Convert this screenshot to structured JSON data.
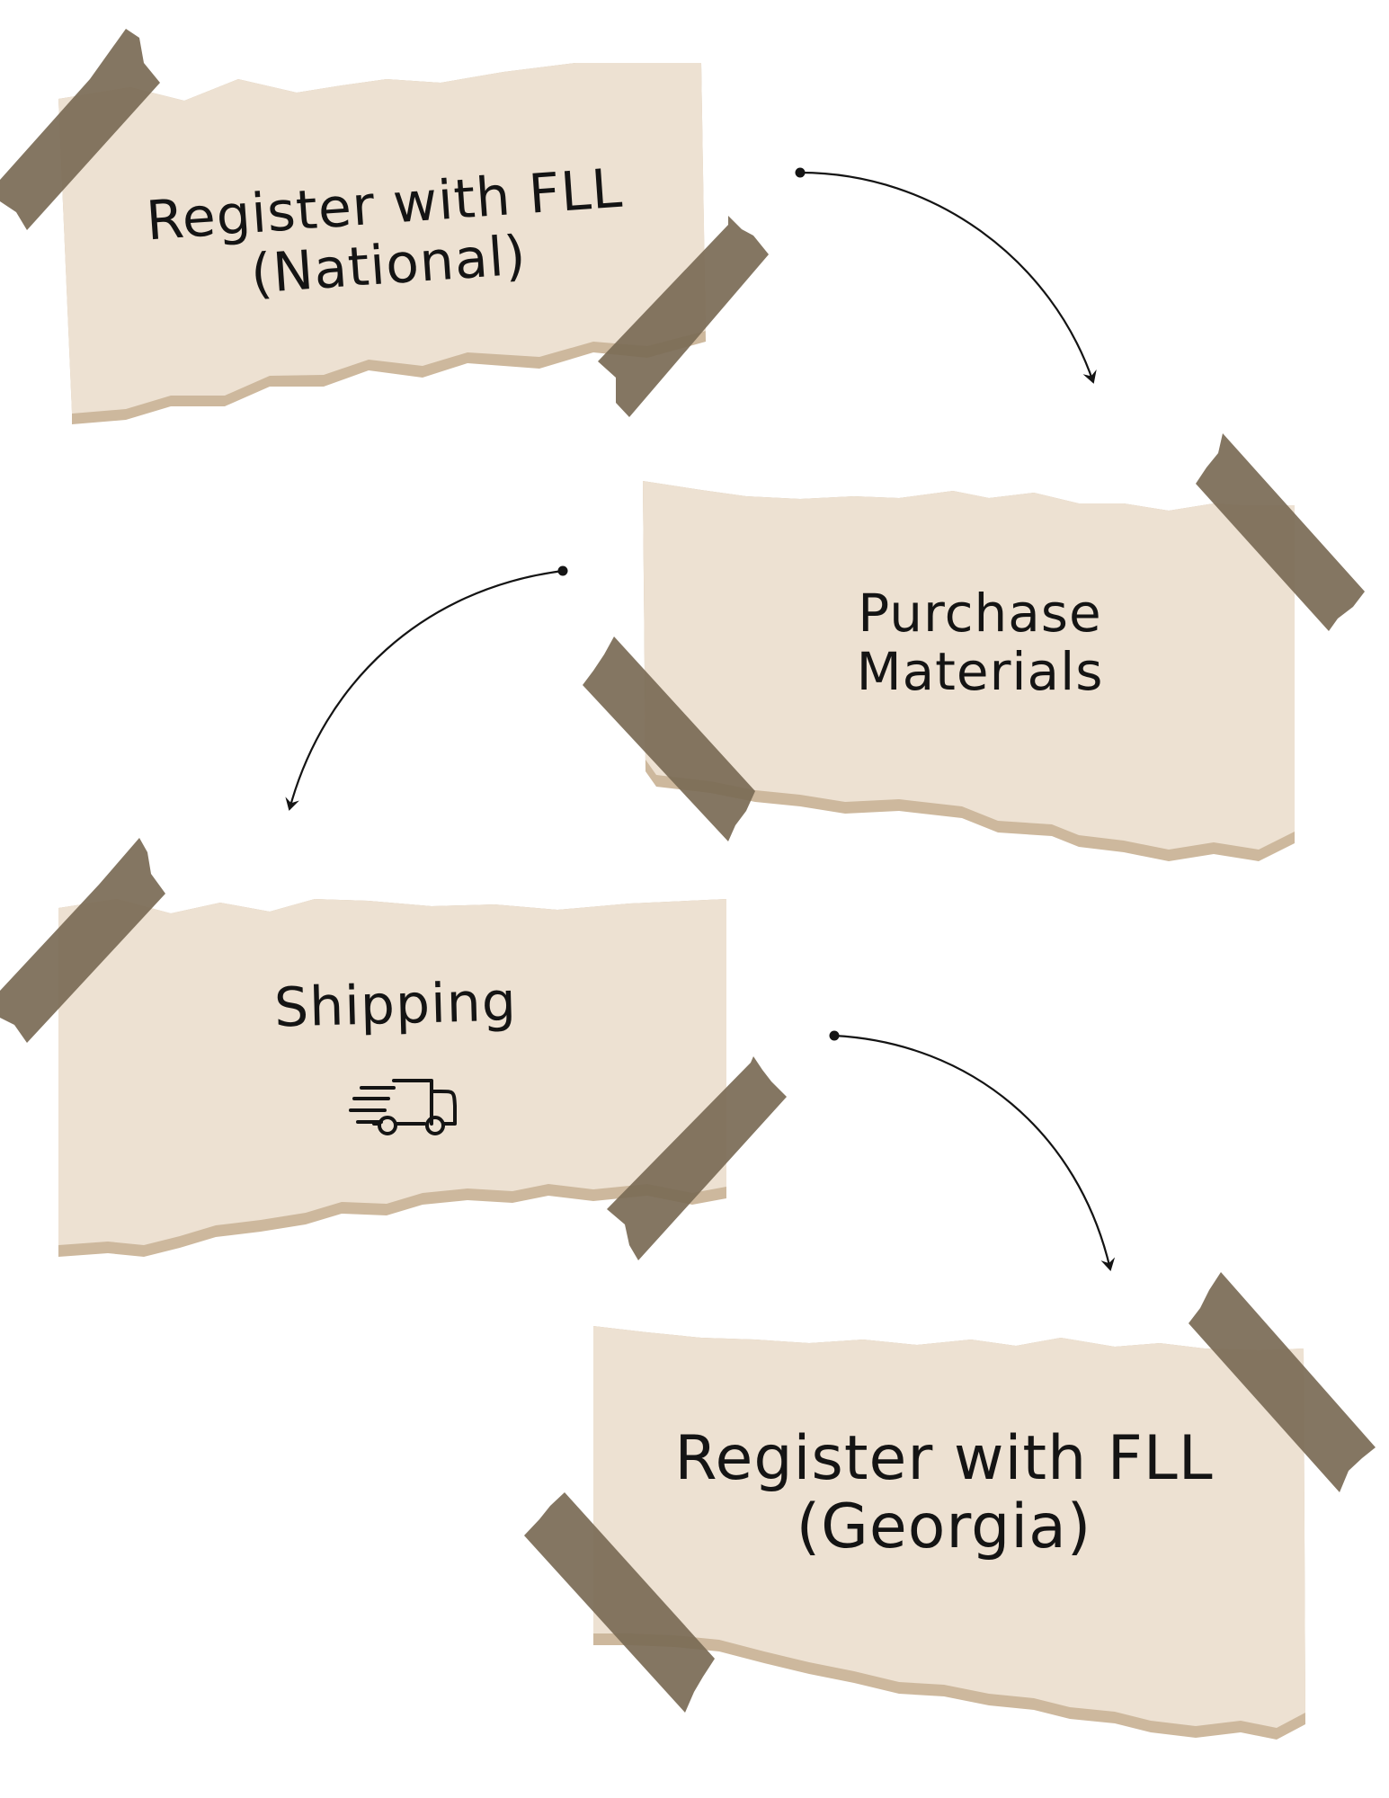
{
  "diagram": {
    "steps": [
      {
        "id": "register-national",
        "lines": [
          "Register with FLL",
          "(National)"
        ]
      },
      {
        "id": "purchase-materials",
        "lines": [
          "Purchase",
          "Materials"
        ]
      },
      {
        "id": "shipping",
        "lines": [
          "Shipping"
        ],
        "icon": "delivery-truck-icon"
      },
      {
        "id": "register-georgia",
        "lines": [
          "Register with FLL",
          "(Georgia)"
        ]
      }
    ],
    "connectors": [
      {
        "from": "register-national",
        "to": "purchase-materials"
      },
      {
        "from": "purchase-materials",
        "to": "shipping"
      },
      {
        "from": "shipping",
        "to": "register-georgia"
      }
    ]
  },
  "colors": {
    "paper": "#ede1d2",
    "paper_edge": "#cdb89d",
    "tape": "#7a6a55",
    "ink": "#141414",
    "background": "#ffffff"
  }
}
